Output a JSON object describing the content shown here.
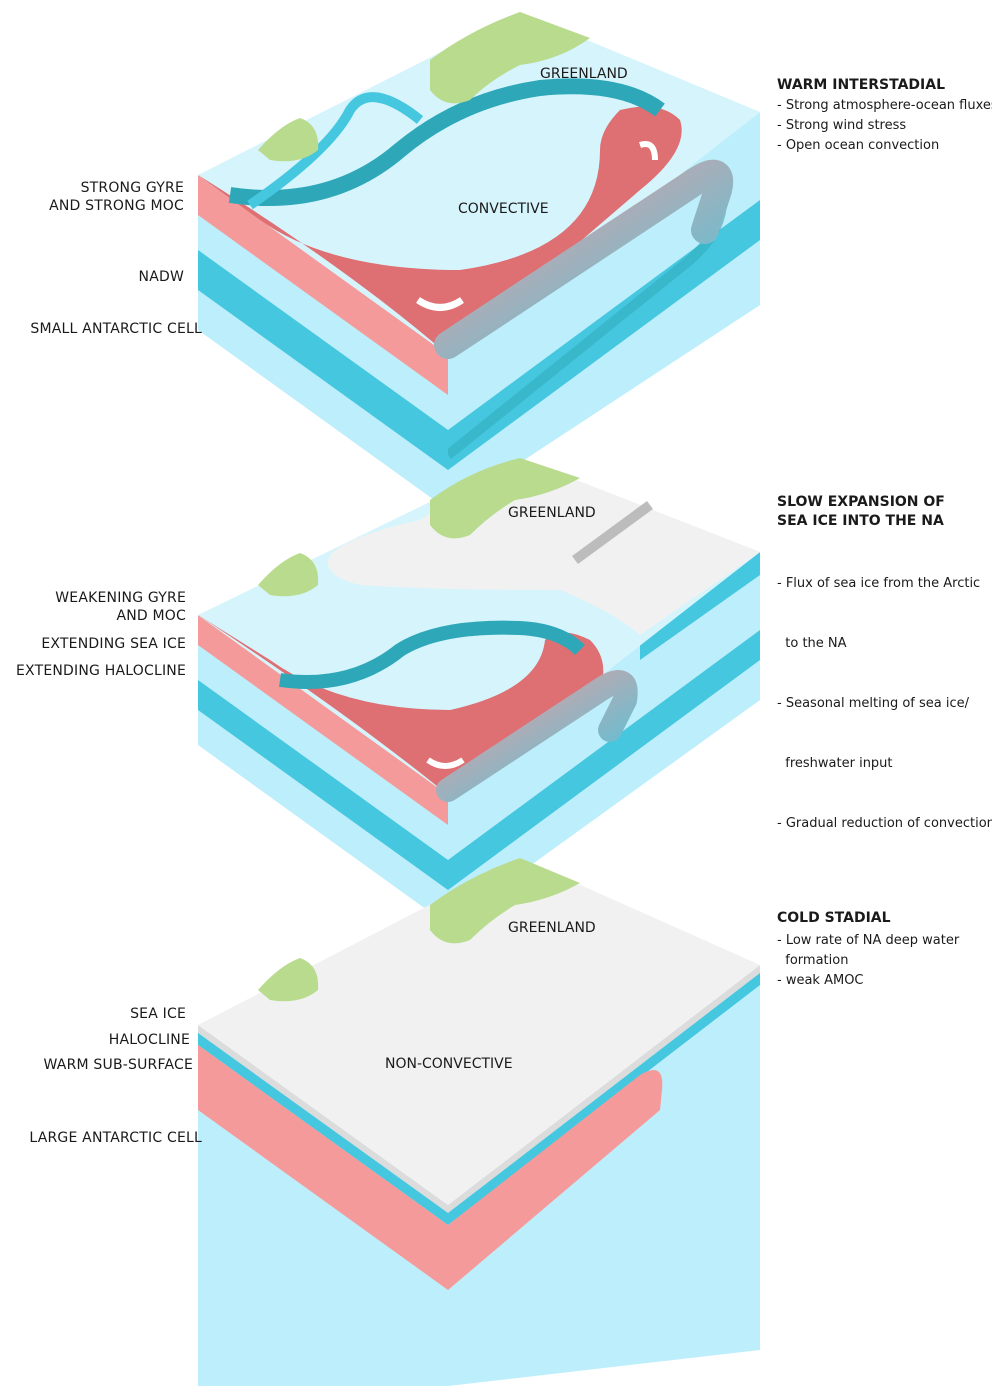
{
  "colors": {
    "ocean_light": "#bdeefb",
    "ocean_mid": "#a9e4f5",
    "surface": "#d6f4fc",
    "nadw": "#45c7df",
    "warm": "#f59a9a",
    "warm_dark": "#de6f72",
    "gyre": "#2ea8b8",
    "ice": "#f1f1f1",
    "land": "#b8db8e"
  },
  "panel1": {
    "greenland": "GREENLAND",
    "center": "CONVECTIVE",
    "labels": [
      "STRONG GYRE",
      "AND STRONG MOC",
      "NADW",
      "SMALL ANTARCTIC CELL"
    ],
    "title": "WARM INTERSTADIAL",
    "bullets": [
      "- Strong atmosphere-ocean fluxes",
      "- Strong wind stress",
      "- Open ocean convection"
    ]
  },
  "panel2": {
    "greenland": "GREENLAND",
    "labels": [
      "WEAKENING GYRE",
      "AND MOC",
      "EXTENDING SEA ICE",
      "EXTENDING HALOCLINE"
    ],
    "title_line1": "SLOW EXPANSION OF",
    "title_line2": "SEA ICE INTO THE NA",
    "bullets": [
      "- Flux of sea ice from the Arctic",
      "  to the NA",
      "- Seasonal melting of sea ice/",
      "  freshwater input",
      "- Gradual reduction of convection"
    ]
  },
  "panel3": {
    "greenland": "GREENLAND",
    "center": "NON-CONVECTIVE",
    "labels": [
      "SEA ICE",
      "HALOCLINE",
      "WARM SUB-SURFACE",
      "LARGE ANTARCTIC CELL"
    ],
    "title": "COLD STADIAL",
    "bullets": [
      "- Low rate of NA deep water",
      "  formation",
      "- weak AMOC"
    ]
  }
}
